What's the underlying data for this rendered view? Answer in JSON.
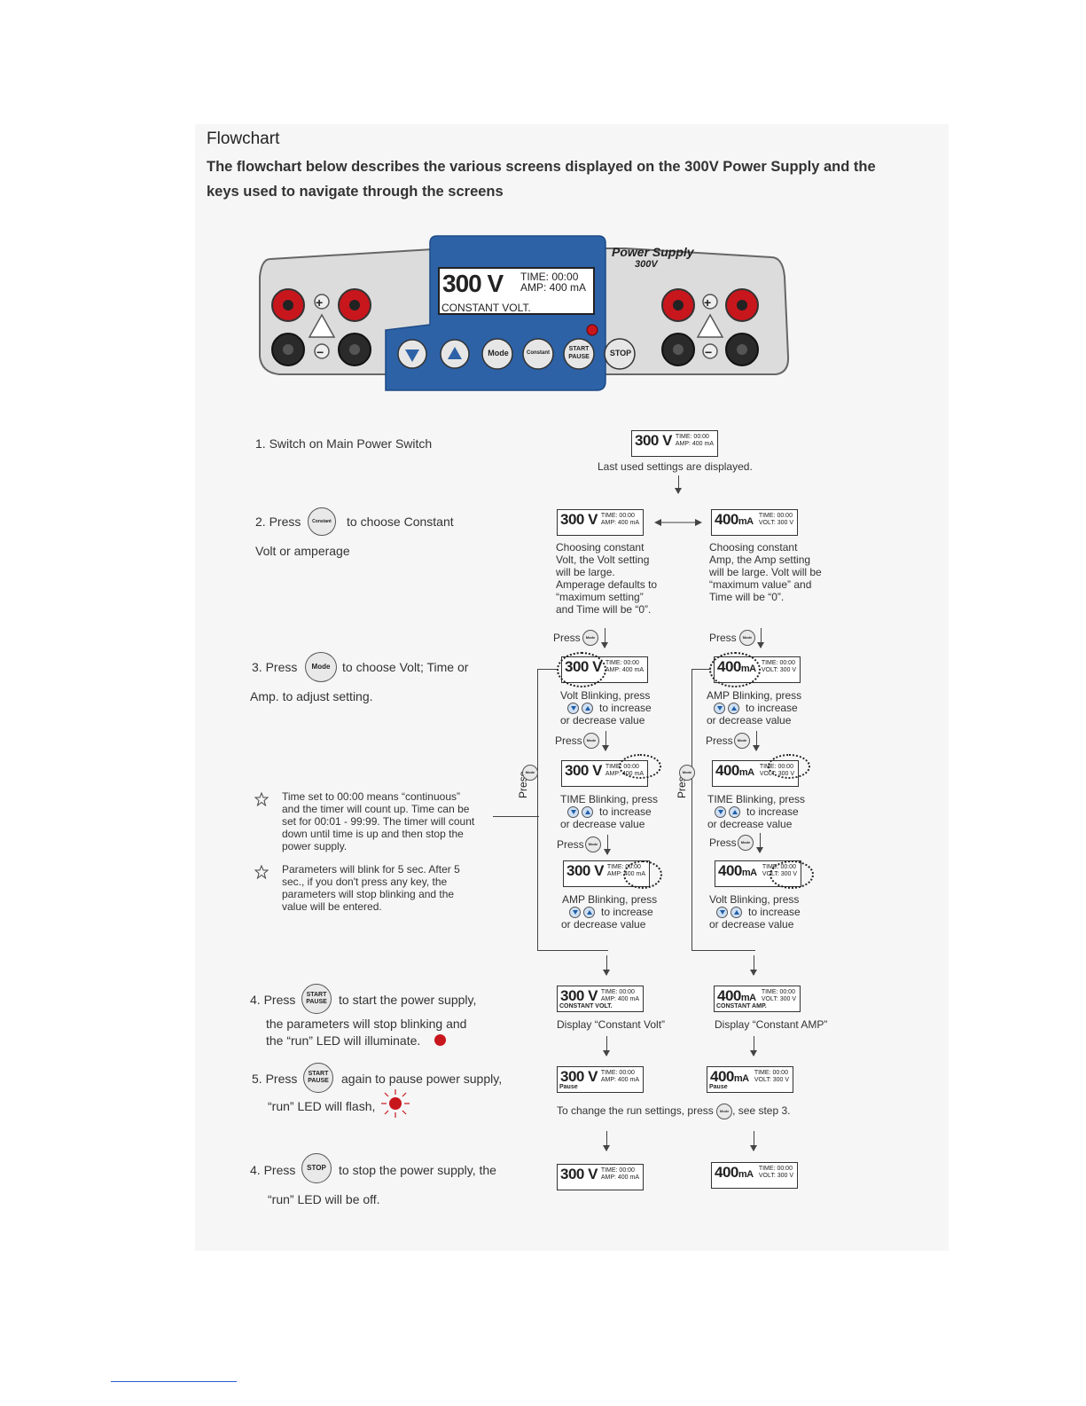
{
  "heading": "Flowchart",
  "intro": "The flowchart below describes the various screens displayed on the 300V Power Supply and the keys used to navigate through the screens",
  "device": {
    "brand": "Power Supply",
    "model": "300V",
    "lcd_big": "300 V",
    "lcd_time": "TIME: 00:00",
    "lcd_amp": "AMP: 400 mA",
    "lcd_mode": "CONSTANT VOLT.",
    "keys": {
      "down": "▼",
      "up": "▲",
      "mode": "Mode",
      "constant": "Constant",
      "start": "START",
      "pause": "PAUSE",
      "stop": "STOP"
    },
    "plus": "+",
    "minus": "−"
  },
  "lcd": {
    "volt_big": "300",
    "volt_unit": "V",
    "amp_big": "400",
    "amp_unit": "mA",
    "time": "TIME: 00:00",
    "amp_line": "AMP: 400 mA",
    "volt_line": "VOLT: 300 V",
    "const_volt": "CONSTANT VOLT.",
    "const_amp": "CONSTANT AMP.",
    "pause": "Pause"
  },
  "steps": {
    "s1": "1. Switch on Main Power Switch",
    "s2a": "2. Press",
    "s2b": "to choose Constant",
    "s2c": "Volt or amperage",
    "s3a": "3. Press",
    "s3b": "to choose Volt; Time or",
    "s3c": "Amp. to adjust setting.",
    "s4a": "4. Press",
    "s4b": "to start the power supply,",
    "s4c": "the parameters will stop blinking and",
    "s4d": "the “run” LED will illuminate.",
    "s5a": "5. Press",
    "s5b": "again to pause power supply,",
    "s5c": "“run” LED will flash,",
    "s6a": "4. Press",
    "s6b": "to stop the power supply, the",
    "s6c": "“run” LED will be off."
  },
  "notes": {
    "n1": "Time set to 00:00 means “continuous” and the timer will count up. Time can be set for 00:01 - 99:99. The timer will count down until time is up and then stop the power supply.",
    "n2": "Parameters will blink for 5 sec. After 5 sec., if you don't press any key, the parameters will stop blinking and the value will be entered."
  },
  "captions": {
    "last_used": "Last used settings are displayed.",
    "cv_choose": "Choosing constant Volt, the Volt setting will be large. Amperage defaults to “maximum setting” and Time will be “0”.",
    "ca_choose": "Choosing constant Amp, the Amp setting will be large. Volt will be “maximum value” and Time will be “0”.",
    "press": "Press",
    "volt_blink": "Volt Blinking, press",
    "amp_blink": "AMP Blinking, press",
    "time_blink": "TIME Blinking, press",
    "to_increase": "to increase",
    "or_decrease": "or decrease value",
    "disp_cv": "Display “Constant Volt”",
    "disp_ca": "Display “Constant AMP”",
    "change_a": "To change the run settings, press",
    "change_b": ", see step 3."
  }
}
